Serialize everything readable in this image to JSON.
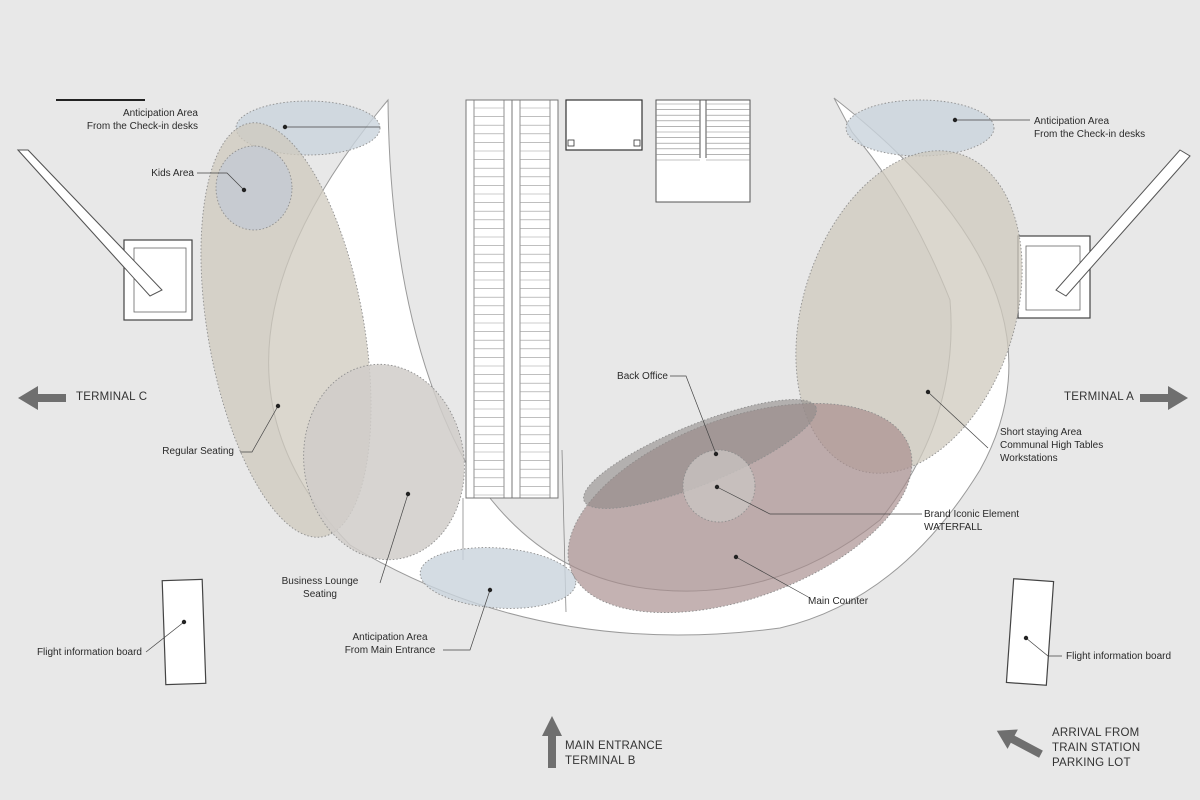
{
  "labels": {
    "anticipation_left": [
      "Anticipation Area",
      "From the Check-in desks"
    ],
    "anticipation_right": [
      "Anticipation Area",
      "From the Check-in desks"
    ],
    "kids_area": "Kids Area",
    "regular_seating": "Regular Seating",
    "business_lounge": [
      "Business Lounge",
      "Seating"
    ],
    "anticipation_main": [
      "Anticipation Area",
      "From Main Entrance"
    ],
    "back_office": "Back Office",
    "short_staying": [
      "Short staying Area",
      "Communal High Tables",
      "Workstations"
    ],
    "brand_iconic": [
      "Brand Iconic Element",
      "WATERFALL"
    ],
    "main_counter": "Main Counter",
    "flight_board_left": "Flight information board",
    "flight_board_right": "Flight information board"
  },
  "directions": {
    "terminal_c": "TERMINAL C",
    "terminal_a": "TERMINAL A",
    "main_entrance": [
      "MAIN ENTRANCE",
      "TERMINAL B"
    ],
    "arrival": [
      "ARRIVAL FROM",
      "TRAIN STATION",
      "PARKING LOT"
    ]
  },
  "colors": {
    "background": "#e8e8e8",
    "floor": "#ffffff",
    "anticipation_zone": "#c9d3dc",
    "seating_zone": "#cfc9bd",
    "lounge_zone": "#d0ccc9",
    "counter_zone": "#a88d8d",
    "arrow": "#6f6f6f"
  }
}
